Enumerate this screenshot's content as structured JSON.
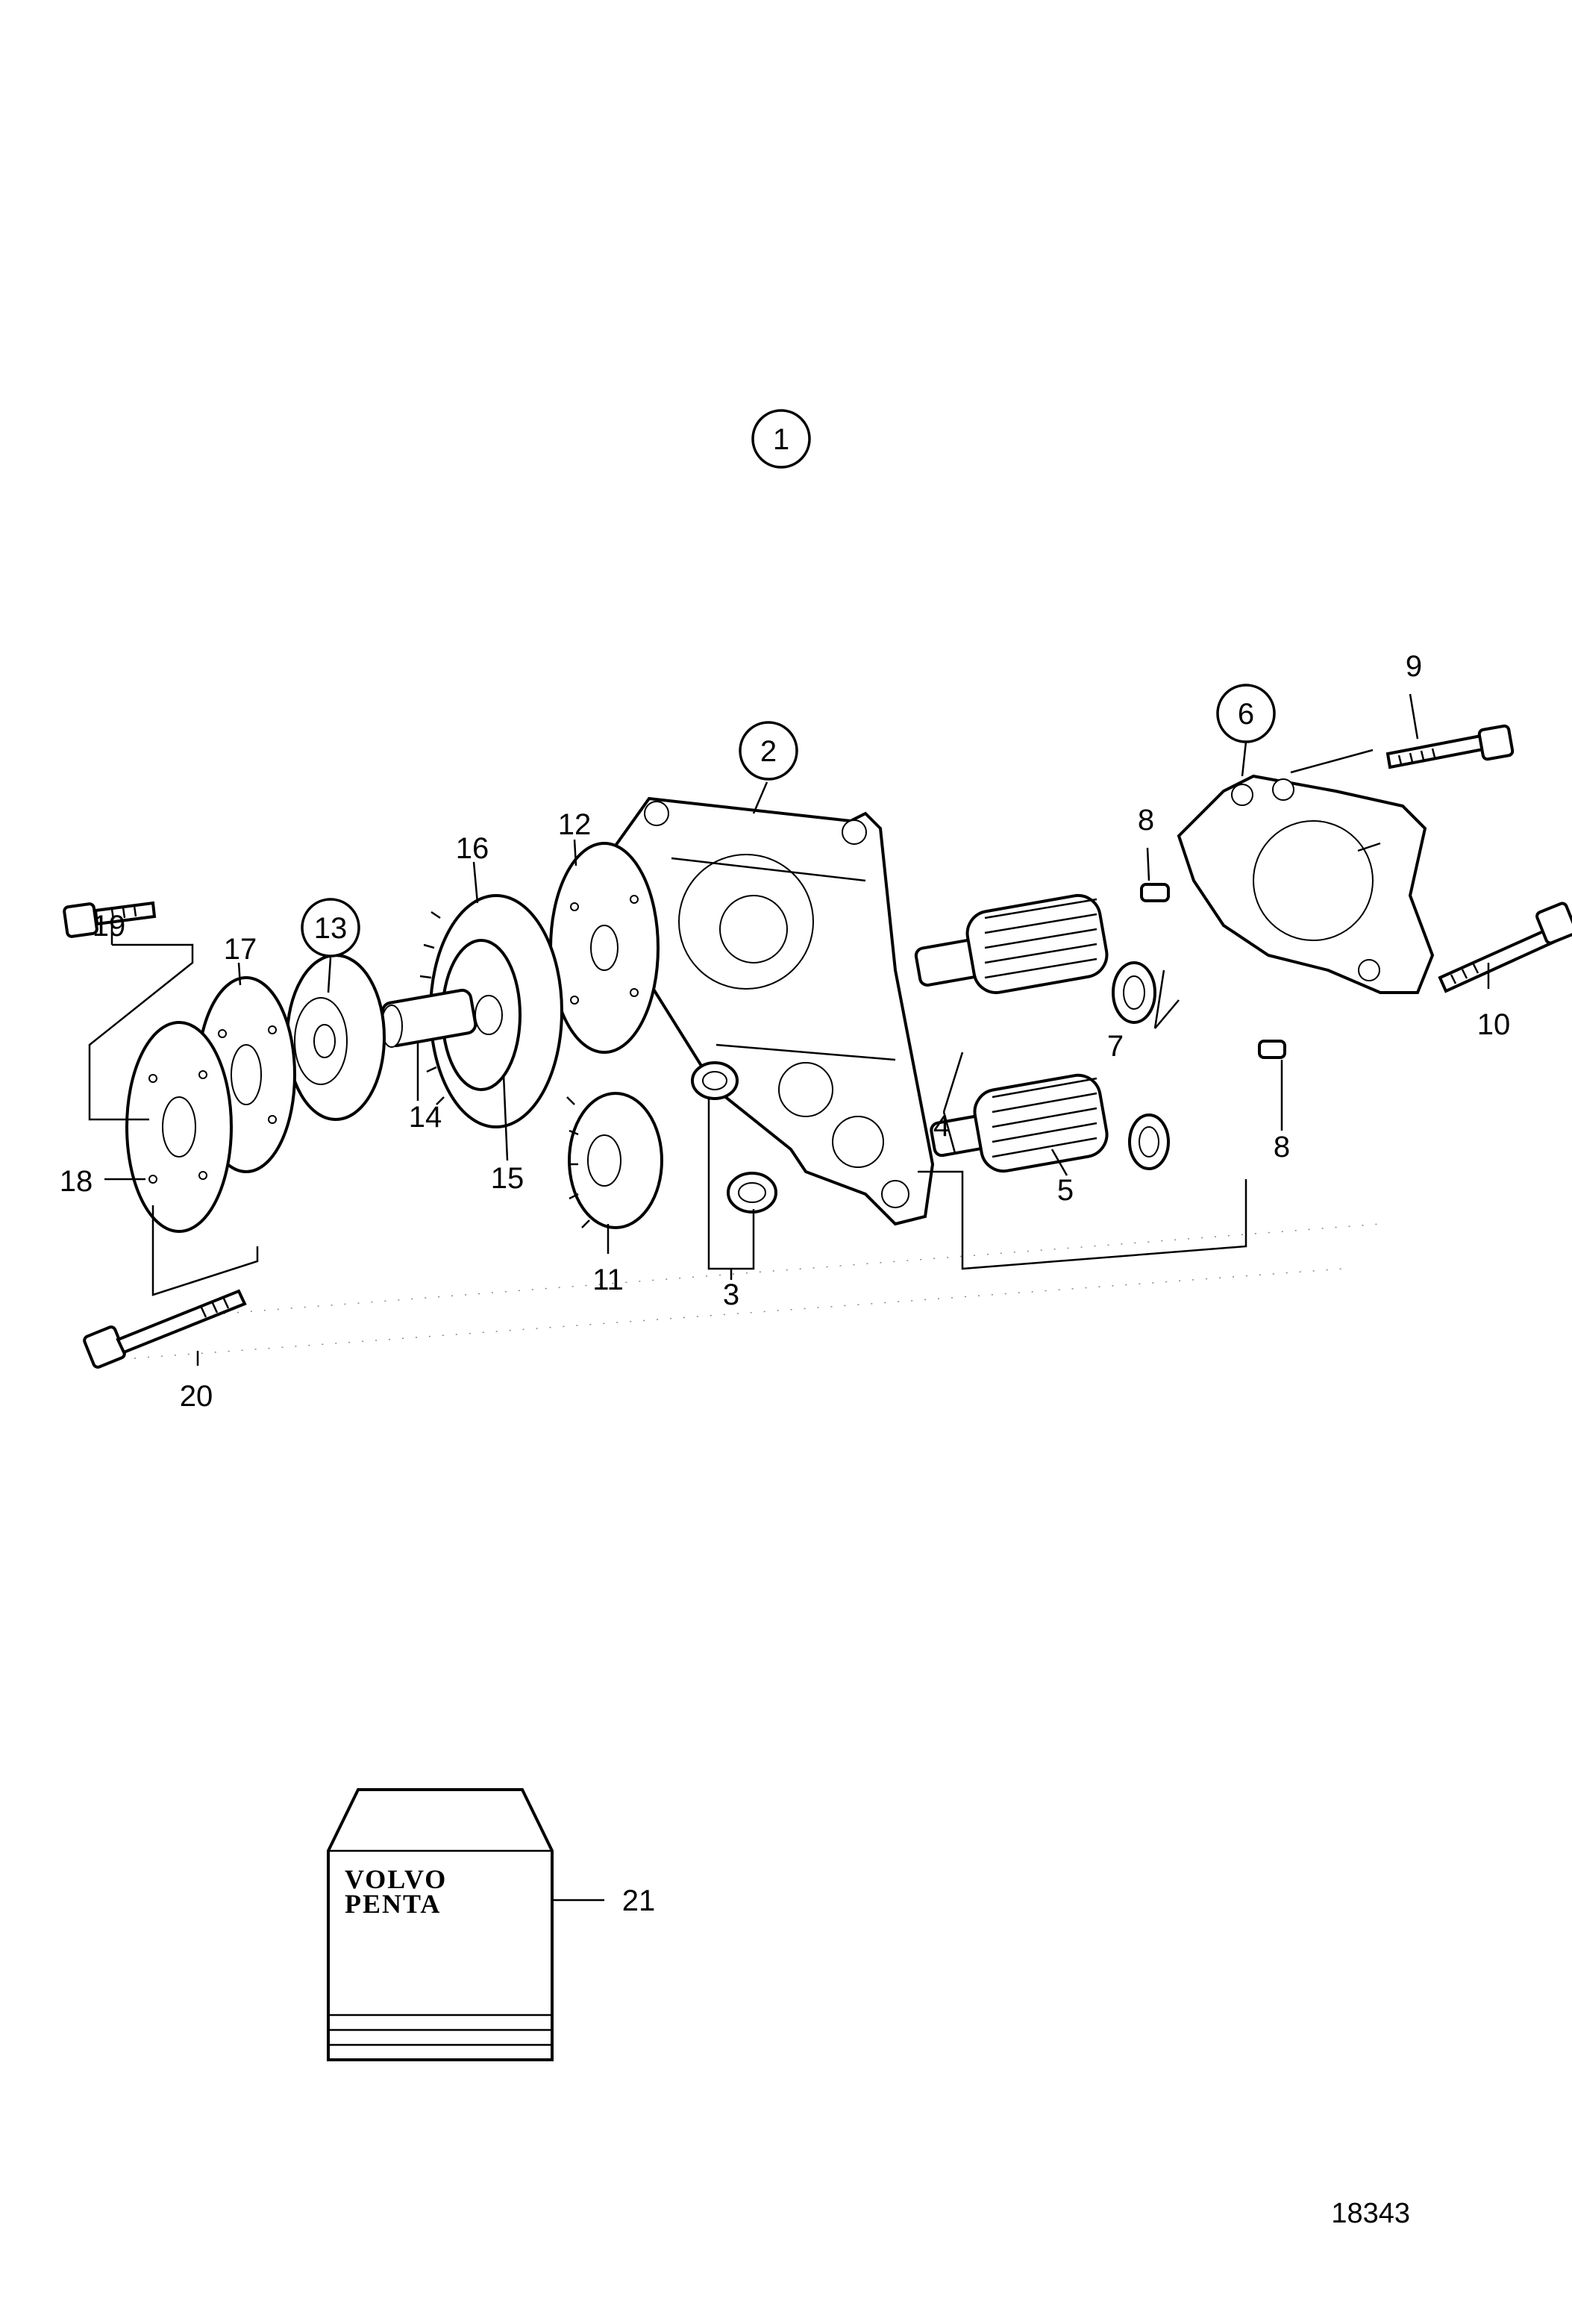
{
  "diagram": {
    "reference_number": "18343",
    "circled_labels": [
      "1",
      "2",
      "6",
      "13"
    ],
    "labels": [
      "3",
      "4",
      "5",
      "7",
      "8",
      "8",
      "9",
      "10",
      "11",
      "12",
      "14",
      "15",
      "16",
      "17",
      "18",
      "19",
      "20",
      "21"
    ],
    "package": {
      "line1": "VOLVO",
      "line2": "PENTA"
    }
  }
}
